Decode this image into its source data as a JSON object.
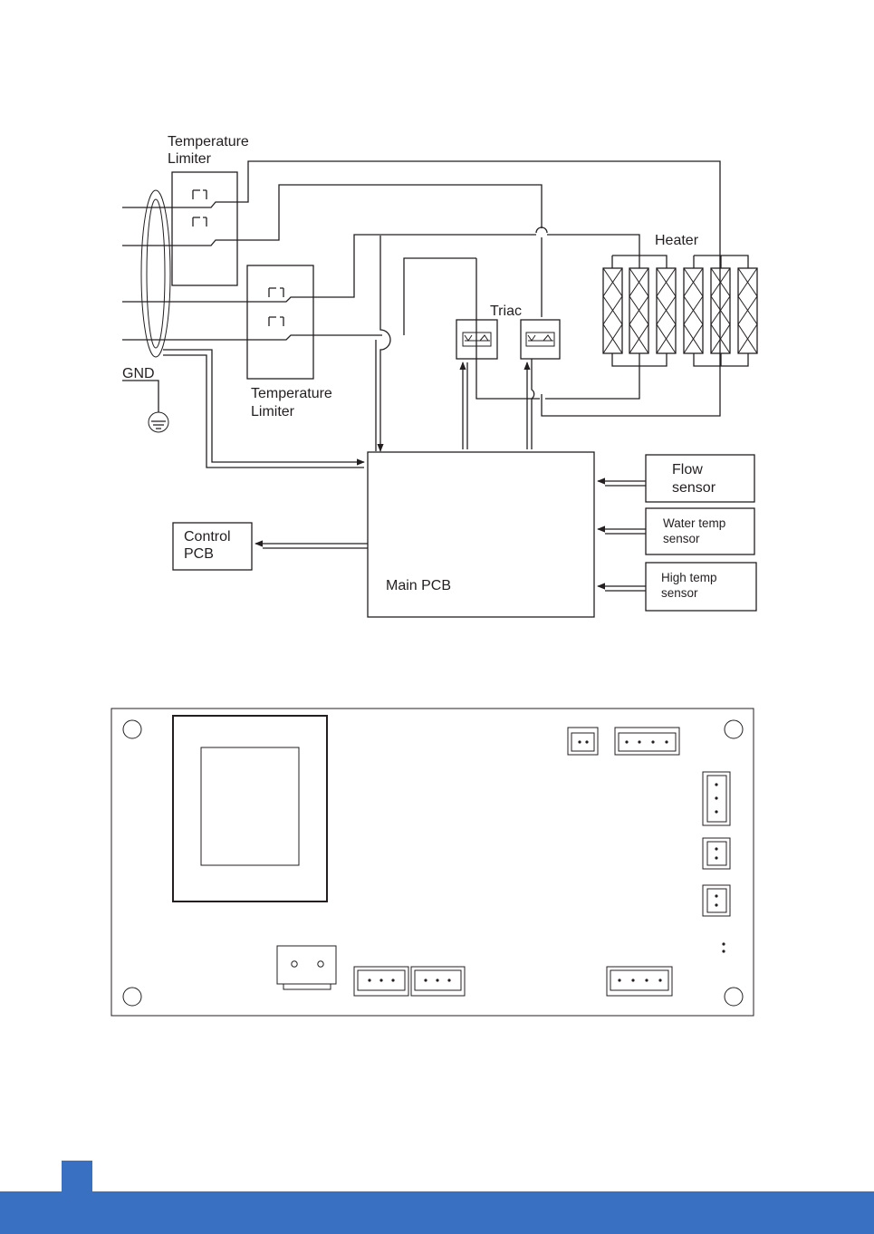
{
  "wiring": {
    "temp_limiter_top_line1": "Temperature",
    "temp_limiter_top_line2": "Limiter",
    "temp_limiter_bottom_line1": "Temperature",
    "temp_limiter_bottom_line2": "Limiter",
    "gnd": "GND",
    "heater": "Heater",
    "triac": "Triac",
    "main_pcb": "Main PCB",
    "control_pcb_line1": "Control",
    "control_pcb_line2": "PCB",
    "flow_sensor_line1": "Flow",
    "flow_sensor_line2": "sensor",
    "water_temp_sensor_line1": "Water temp",
    "water_temp_sensor_line2": "sensor",
    "high_temp_sensor_line1": "High temp",
    "high_temp_sensor_line2": "sensor"
  },
  "colors": {
    "line": "#231f20",
    "accent": "#3a70c1"
  }
}
